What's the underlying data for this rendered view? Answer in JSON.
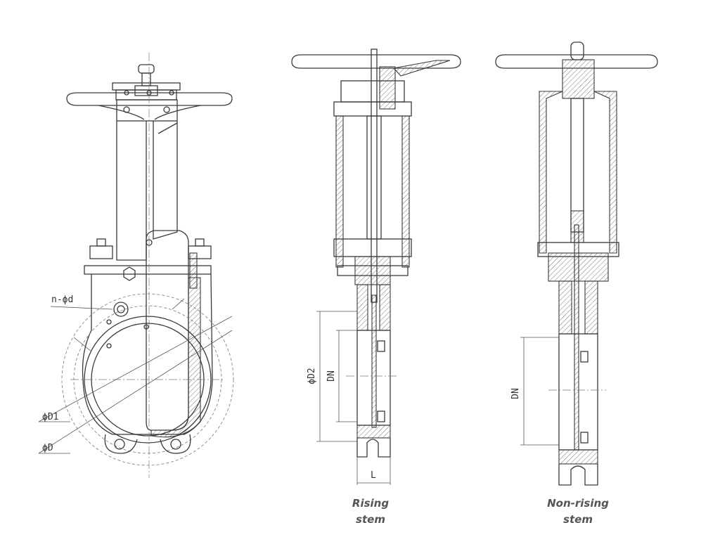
{
  "views": [
    {
      "name": "front-view",
      "labels": {
        "bolt_holes": "n-ϕd",
        "d1": "ϕD1",
        "d": "ϕD"
      }
    },
    {
      "name": "rising-stem-section",
      "labels": {
        "d2": "ϕD2",
        "dn": "DN",
        "length": "L"
      },
      "caption": [
        "Rising",
        "stem"
      ]
    },
    {
      "name": "non-rising-stem-section",
      "labels": {
        "dn": "DN"
      },
      "caption": [
        "Non-rising",
        "stem"
      ]
    }
  ],
  "colors": {
    "line": "#3a3a3a",
    "caption": "#555555"
  }
}
